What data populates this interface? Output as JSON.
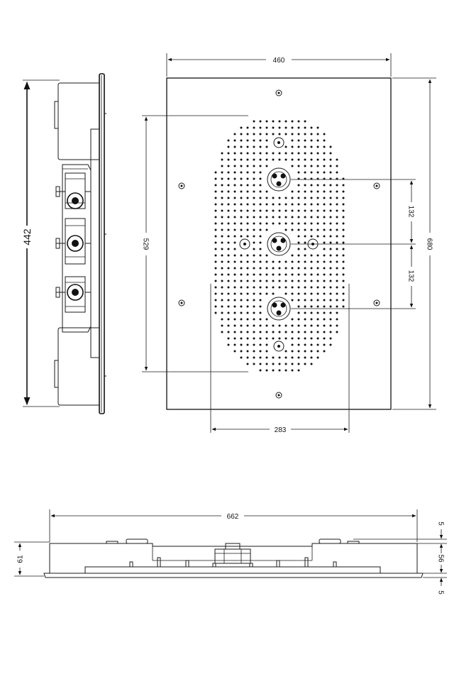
{
  "drawing": {
    "dimensions": {
      "front_width": "460",
      "front_height": "680",
      "spray_face_height": "529",
      "spray_face_width": "283",
      "nozzle_spacing_upper": "132",
      "nozzle_spacing_lower": "132",
      "side_height": "442",
      "bottom_width": "662",
      "bottom_height": "61",
      "bottom_offset_top": "5",
      "bottom_mid": "56",
      "bottom_offset_bottom": "5"
    }
  }
}
